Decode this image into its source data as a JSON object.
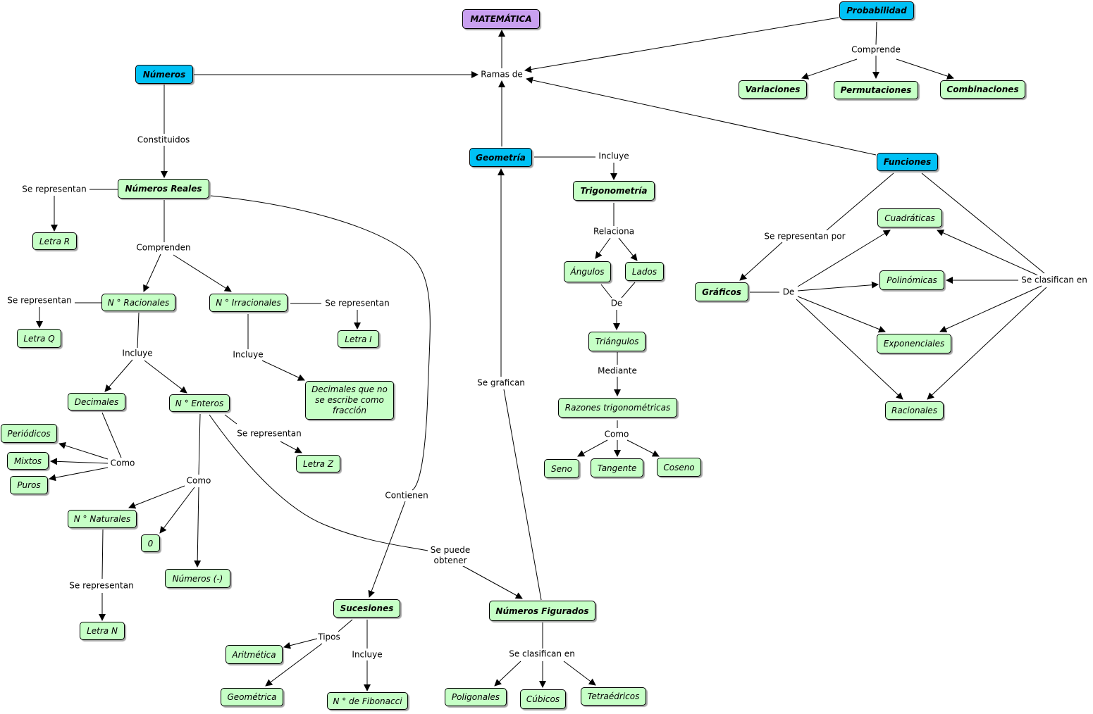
{
  "nodes": {
    "matematica": "MATEMÁTICA",
    "probabilidad": "Probabilidad",
    "numeros": "Números",
    "variaciones": "Variaciones",
    "permutaciones": "Permutaciones",
    "combinaciones": "Combinaciones",
    "geometria": "Geometría",
    "funciones": "Funciones",
    "trigonometria": "Trigonometría",
    "numeros_reales": "Números Reales",
    "letra_r": "Letra R",
    "cuadraticas": "Cuadráticas",
    "angulos": "Ángulos",
    "lados": "Lados",
    "graficos": "Gráficos",
    "polinomicas": "Polinómicas",
    "n_racionales": "N ° Racionales",
    "n_irracionales": "N ° Irracionales",
    "letra_q": "Letra Q",
    "letra_i": "Letra I",
    "triangulos": "Triángulos",
    "exponenciales": "Exponenciales",
    "decimales_no_fraccion": "Decimales que no se escribe como fracción",
    "decimales": "Decimales",
    "n_enteros": "N ° Enteros",
    "razones_trig": "Razones trigonométricas",
    "racionales": "Racionales",
    "periodicos": "Periódicos",
    "mixtos": "Mixtos",
    "letra_z": "Letra Z",
    "seno": "Seno",
    "tangente": "Tangente",
    "coseno": "Coseno",
    "puros": "Puros",
    "n_naturales": "N ° Naturales",
    "cero": "0",
    "numeros_neg": "Números (-)",
    "sucesiones": "Sucesiones",
    "numeros_figurados": "Números Figurados",
    "letra_n": "Letra N",
    "aritmetica": "Aritmética",
    "geometrica": "Geométrica",
    "fibonacci": "N ° de Fibonacci",
    "poligonales": "Poligonales",
    "cubicos": "Cúbicos",
    "tetraedricos": "Tetraédricos"
  },
  "labels": {
    "ramas_de": "Ramas de",
    "comprende": "Comprende",
    "constituidos": "Constituidos",
    "incluye_geo": "Incluye",
    "se_representan_reales": "Se representan",
    "relaciona": "Relaciona",
    "se_representan_por": "Se representan por",
    "comprenden": "Comprenden",
    "de_triang": "De",
    "de_graf": "De",
    "se_clasifican_en_func": "Se clasifican en",
    "se_representan_rac": "Se representan",
    "se_representan_irr": "Se representan",
    "incluye_rac": "Incluye",
    "incluye_irr": "Incluye",
    "mediante": "Mediante",
    "se_grafican": "Se grafican",
    "se_representan_ent": "Se representan",
    "como_trig": "Como",
    "como_dec": "Como",
    "como_ent": "Como",
    "contienen": "Contienen",
    "se_puede_obtener": "Se puede obtener",
    "se_representan_nat": "Se representan",
    "tipos": "Tipos",
    "se_clasifican_en_fig": "Se clasifican en",
    "incluye_suc": "Incluye"
  }
}
